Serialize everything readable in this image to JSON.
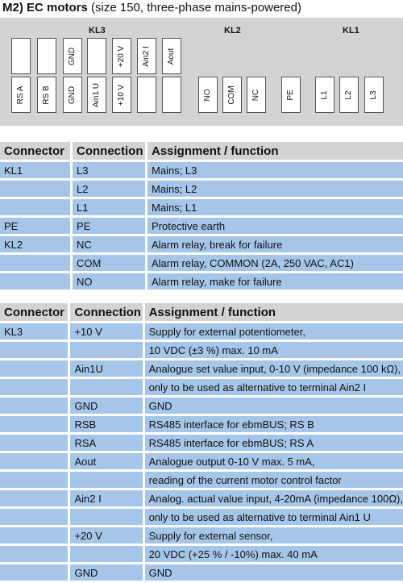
{
  "title": {
    "bold": "M2) EC motors",
    "rest": " (size 150, three-phase mains-powered)"
  },
  "diagram": {
    "labels": {
      "kl3": "KL3",
      "kl2": "KL2",
      "kl1": "KL1"
    },
    "top_row": [
      "",
      "",
      "GND",
      "",
      "+20 V",
      "Ain2 I",
      "Aout"
    ],
    "bottom_row_kl3": [
      "RS A",
      "RS B",
      "GND",
      "Ain1 U",
      "+10 V",
      "",
      ""
    ],
    "kl2": [
      "NO",
      "COM",
      "NC"
    ],
    "pe": [
      "PE"
    ],
    "kl1": [
      "L1",
      "L2",
      "L3"
    ]
  },
  "table1": {
    "headers": [
      "Connector",
      "Connection",
      "Assignment / function"
    ],
    "rows": [
      [
        "KL1",
        "L3",
        "Mains; L3"
      ],
      [
        "",
        "L2",
        "Mains; L2"
      ],
      [
        "",
        "L1",
        "Mains; L1"
      ],
      [
        "PE",
        "PE",
        "Protective earth"
      ],
      [
        "KL2",
        "NC",
        "Alarm relay, break for failure"
      ],
      [
        "",
        "COM",
        "Alarm relay, COMMON (2A, 250 VAC, AC1)"
      ],
      [
        "",
        "NO",
        "Alarm relay, make for failure"
      ]
    ]
  },
  "table2": {
    "headers": [
      "Connector",
      "Connection",
      "Assignment / function"
    ],
    "rows": [
      [
        "KL3",
        "+10 V",
        "Supply for external potentiometer,"
      ],
      [
        "",
        "",
        "10 VDC (±3 %) max. 10 mA"
      ],
      [
        "",
        "Ain1U",
        "Analogue set value input, 0-10 V (impedance 100 kΩ),"
      ],
      [
        "",
        "",
        "only to be used as alternative to terminal Ain2 I"
      ],
      [
        "",
        "GND",
        "GND"
      ],
      [
        "",
        "RSB",
        "RS485 interface for ebmBUS; RS B"
      ],
      [
        "",
        "RSA",
        "RS485 interface for ebmBUS; RS A"
      ],
      [
        "",
        "Aout",
        "Analogue output 0-10 V max. 5 mA,"
      ],
      [
        "",
        "",
        "reading of the current motor control factor"
      ],
      [
        "",
        "Ain2 I",
        "Analog. actual value input, 4-20mA (impedance 100Ω),"
      ],
      [
        "",
        "",
        "only to be used as alternative to terminal Ain1 U"
      ],
      [
        "",
        "+20 V",
        "Supply for external sensor,"
      ],
      [
        "",
        "",
        "20 VDC (+25 % / -10%) max. 40 mA"
      ],
      [
        "",
        "GND",
        "GND"
      ]
    ]
  }
}
